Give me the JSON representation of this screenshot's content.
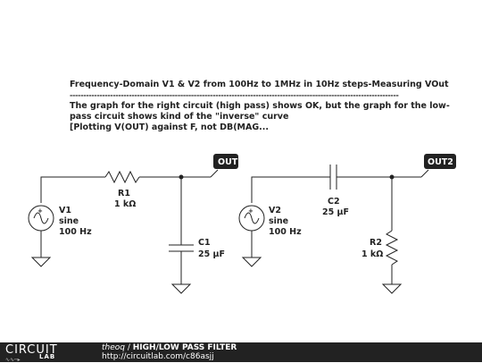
{
  "description": {
    "line1": "Frequency-Domain V1 & V2 from 100Hz to 1MHz in 10Hz steps-Measuring VOut",
    "line2": "--------------------------------------------------------------------------------------------------------------------------",
    "line3": "The graph for the right circuit (high pass) shows OK, but the graph for the low-",
    "line4": "pass circuit shows kind of the \"inverse\" curve",
    "line5": "[Plotting V(OUT) against F, not DB(MAG..."
  },
  "left_circuit": {
    "source_name": "V1",
    "source_type": "sine",
    "source_freq": "100 Hz",
    "resistor_name": "R1",
    "resistor_value": "1 kΩ",
    "capacitor_name": "C1",
    "capacitor_value": "25 µF",
    "output_label": "OUT"
  },
  "right_circuit": {
    "source_name": "V2",
    "source_type": "sine",
    "source_freq": "100 Hz",
    "capacitor_name": "C2",
    "capacitor_value": "25 µF",
    "resistor_name": "R2",
    "resistor_value": "1 kΩ",
    "output_label": "OUT2"
  },
  "footer": {
    "brand_main": "CIRCUIT",
    "brand_sub": "LAB",
    "user": "theoq",
    "separator": " / ",
    "title": "HIGH/LOW PASS FILTER",
    "url": "http://circuitlab.com/c86asjj"
  },
  "colors": {
    "wire": "#222222",
    "footer_bg": "#222222"
  }
}
